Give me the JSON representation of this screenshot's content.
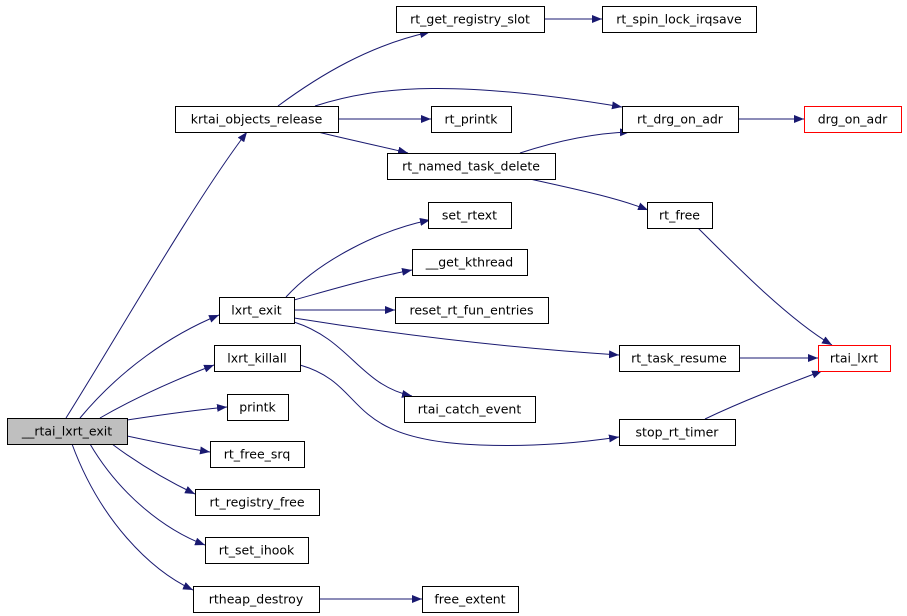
{
  "graph": {
    "nodes": [
      {
        "id": "root",
        "label": "__rtai_lxrt_exit",
        "style": "root"
      },
      {
        "id": "krtai_objects_release",
        "label": "krtai_objects_release",
        "style": "normal"
      },
      {
        "id": "rt_get_registry_slot",
        "label": "rt_get_registry_slot",
        "style": "normal"
      },
      {
        "id": "rt_spin_lock_irqsave",
        "label": "rt_spin_lock_irqsave",
        "style": "normal"
      },
      {
        "id": "rt_printk",
        "label": "rt_printk",
        "style": "normal"
      },
      {
        "id": "rt_drg_on_adr",
        "label": "rt_drg_on_adr",
        "style": "normal"
      },
      {
        "id": "drg_on_adr",
        "label": "drg_on_adr",
        "style": "truncated"
      },
      {
        "id": "rt_named_task_delete",
        "label": "rt_named_task_delete",
        "style": "normal"
      },
      {
        "id": "rt_free",
        "label": "rt_free",
        "style": "normal"
      },
      {
        "id": "set_rtext",
        "label": "set_rtext",
        "style": "normal"
      },
      {
        "id": "__get_kthread",
        "label": "__get_kthread",
        "style": "normal"
      },
      {
        "id": "lxrt_exit",
        "label": "lxrt_exit",
        "style": "normal"
      },
      {
        "id": "reset_rt_fun_entries",
        "label": "reset_rt_fun_entries",
        "style": "normal"
      },
      {
        "id": "rt_task_resume",
        "label": "rt_task_resume",
        "style": "normal"
      },
      {
        "id": "rtai_lxrt",
        "label": "rtai_lxrt",
        "style": "truncated"
      },
      {
        "id": "lxrt_killall",
        "label": "lxrt_killall",
        "style": "normal"
      },
      {
        "id": "rtai_catch_event",
        "label": "rtai_catch_event",
        "style": "normal"
      },
      {
        "id": "printk",
        "label": "printk",
        "style": "normal"
      },
      {
        "id": "stop_rt_timer",
        "label": "stop_rt_timer",
        "style": "normal"
      },
      {
        "id": "rt_free_srq",
        "label": "rt_free_srq",
        "style": "normal"
      },
      {
        "id": "rt_registry_free",
        "label": "rt_registry_free",
        "style": "normal"
      },
      {
        "id": "rt_set_ihook",
        "label": "rt_set_ihook",
        "style": "normal"
      },
      {
        "id": "rtheap_destroy",
        "label": "rtheap_destroy",
        "style": "normal"
      },
      {
        "id": "free_extent",
        "label": "free_extent",
        "style": "normal"
      }
    ],
    "edges": [
      {
        "from": "root",
        "to": "krtai_objects_release"
      },
      {
        "from": "root",
        "to": "lxrt_exit"
      },
      {
        "from": "root",
        "to": "lxrt_killall"
      },
      {
        "from": "root",
        "to": "printk"
      },
      {
        "from": "root",
        "to": "rt_free_srq"
      },
      {
        "from": "root",
        "to": "rt_registry_free"
      },
      {
        "from": "root",
        "to": "rt_set_ihook"
      },
      {
        "from": "root",
        "to": "rtheap_destroy"
      },
      {
        "from": "krtai_objects_release",
        "to": "rt_get_registry_slot"
      },
      {
        "from": "krtai_objects_release",
        "to": "rt_drg_on_adr"
      },
      {
        "from": "krtai_objects_release",
        "to": "rt_printk"
      },
      {
        "from": "krtai_objects_release",
        "to": "rt_named_task_delete"
      },
      {
        "from": "rt_get_registry_slot",
        "to": "rt_spin_lock_irqsave"
      },
      {
        "from": "rt_drg_on_adr",
        "to": "drg_on_adr"
      },
      {
        "from": "rt_named_task_delete",
        "to": "rt_drg_on_adr"
      },
      {
        "from": "rt_named_task_delete",
        "to": "rt_free"
      },
      {
        "from": "rt_free",
        "to": "rtai_lxrt"
      },
      {
        "from": "lxrt_exit",
        "to": "set_rtext"
      },
      {
        "from": "lxrt_exit",
        "to": "__get_kthread"
      },
      {
        "from": "lxrt_exit",
        "to": "reset_rt_fun_entries"
      },
      {
        "from": "lxrt_exit",
        "to": "rt_task_resume"
      },
      {
        "from": "lxrt_exit",
        "to": "rtai_catch_event"
      },
      {
        "from": "rt_task_resume",
        "to": "rtai_lxrt"
      },
      {
        "from": "lxrt_killall",
        "to": "stop_rt_timer"
      },
      {
        "from": "stop_rt_timer",
        "to": "rtai_lxrt"
      },
      {
        "from": "rtheap_destroy",
        "to": "free_extent"
      }
    ]
  },
  "colors": {
    "edge": "#191970",
    "node_border": "#000000",
    "truncated_border": "#ff0000",
    "root_fill": "#bfbfbf",
    "node_fill": "#ffffff"
  }
}
